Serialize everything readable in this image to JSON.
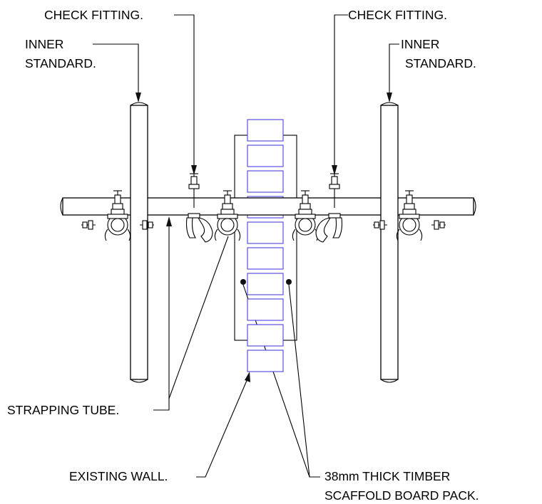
{
  "labels": {
    "check_fitting_left": "CHECK FITTING.",
    "check_fitting_right": "CHECK FITTING.",
    "inner_standard_left_1": "INNER",
    "inner_standard_left_2": "STANDARD.",
    "inner_standard_right_1": "INNER",
    "inner_standard_right_2": "STANDARD.",
    "strapping_tube": "STRAPPING TUBE.",
    "existing_wall": "EXISTING WALL.",
    "board_pack_1": "38mm THICK TIMBER",
    "board_pack_2": "SCAFFOLD BOARD PACK."
  },
  "colors": {
    "line": "#000000",
    "wall_outline": "#4a3fe0",
    "background": "#ffffff"
  }
}
